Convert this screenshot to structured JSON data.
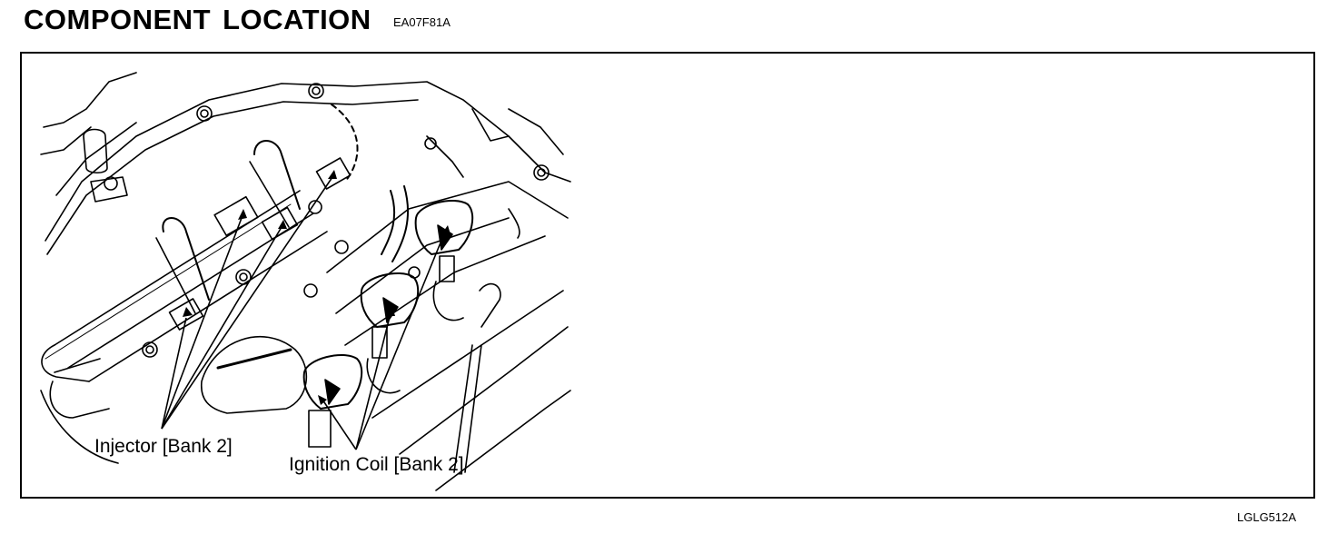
{
  "header": {
    "title": "COMPONENT LOCATION",
    "code": "EA07F81A"
  },
  "figure": {
    "figure_code": "LGLG512A",
    "callouts": {
      "injector": "Injector [Bank 2]",
      "ignition_coil": "Ignition Coil [Bank 2]"
    }
  },
  "colors": {
    "ink": "#000000",
    "paper": "#ffffff"
  }
}
